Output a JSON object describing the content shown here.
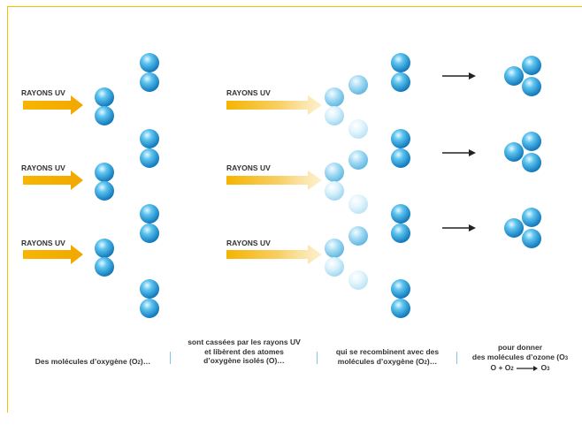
{
  "uv_label": "RAYONS UV",
  "captions": {
    "c1": "Des molécules d’oxygène (O",
    "c1_sub": "2",
    "c1_end": ")…",
    "c2_l1": "sont cassées par les rayons UV",
    "c2_l2": "et libèrent des atomes",
    "c2_l3": "d’oxygène isolés (O)…",
    "c3_l1": "qui se recombinent avec des",
    "c3_l2": "molécules d’oxygène (O",
    "c3_l2_sub": "2",
    "c3_l2_end": ")…",
    "c4_l1": "pour donner",
    "c4_l2": "des molécules d’ozone (O",
    "c4_l2_sub": "3",
    "formula_lhs": "O + O",
    "formula_lhs_sub": "2",
    "formula_rhs": "O",
    "formula_rhs_sub": "3"
  },
  "colors": {
    "frame": "#f3c200",
    "arrow": "#f5b400",
    "atom": "#1d9ad6",
    "atom_light": "#bfe6f7",
    "reaction_arrow": "#222222",
    "separator": "#7fc6e8"
  }
}
